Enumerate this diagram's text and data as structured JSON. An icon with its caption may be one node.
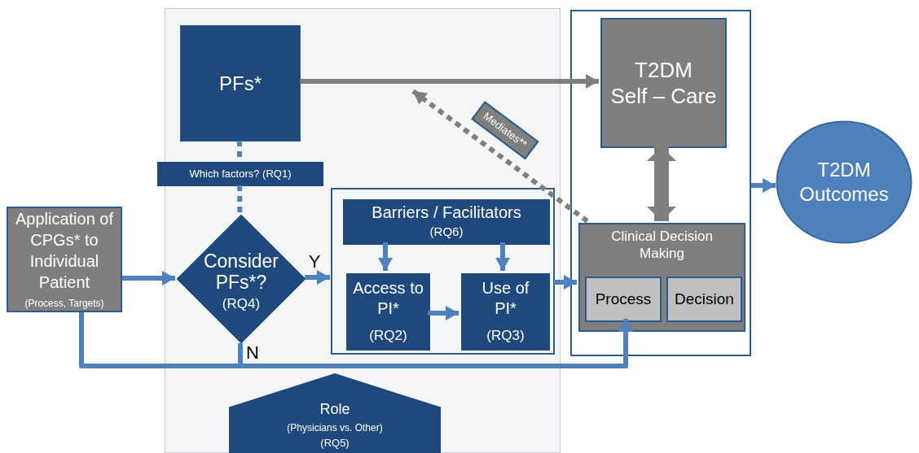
{
  "diagram": {
    "nodes": [
      {
        "text": [],
        "shape": "box"
      },
      {
        "text": [
          "PFs*"
        ],
        "in": 0
      },
      {
        "text": [
          "Which factors? (RQ1)"
        ],
        "in": 0
      },
      {
        "text": [
          "Consider PFs*?",
          "(RQ4)"
        ],
        "in": 0
      },
      {
        "text": [],
        "shape": "box",
        "in": 0
      },
      {
        "text": [
          "Barriers / Facilitators",
          "(RQ6)"
        ],
        "in": 4
      },
      {
        "text": [
          "Access to PI*",
          "(RQ2)"
        ],
        "in": 4
      },
      {
        "text": [
          "Use of PI*",
          "(RQ3)"
        ],
        "in": 4
      },
      {
        "text": [
          "Role",
          "(Physicians vs. Other)",
          "(RQ5)"
        ],
        "in": 0
      },
      {
        "text": [],
        "shape": "box"
      },
      {
        "text": [
          "T2DM",
          "Self – Care"
        ],
        "in": 9
      },
      {
        "text": [
          "Clinical Decision Making"
        ],
        "in": 9
      },
      {
        "text": [
          "Process"
        ],
        "in": 11
      },
      {
        "text": [
          "Decision"
        ],
        "in": 11
      },
      {
        "text": [
          "Application of CPGs* to Individual Patient",
          "(Process, Targets)"
        ]
      },
      {
        "text": [
          "T2DM Outcomes"
        ]
      }
    ],
    "edges": [
      {
        "from": 1,
        "to": 10,
        "arrow": "to",
        "color": "#7f7f7f"
      },
      {
        "from": 1,
        "to": 2,
        "arrow": "none",
        "style": "dashed"
      },
      {
        "from": 2,
        "to": 3,
        "arrow": "none",
        "style": "dashed"
      },
      {
        "from": 14,
        "to": 3,
        "arrow": "to"
      },
      {
        "from": 3,
        "to": 4,
        "arrow": "to",
        "label": "Y"
      },
      {
        "from": 5,
        "to": 6,
        "arrow": "to"
      },
      {
        "from": 5,
        "to": 7,
        "arrow": "to"
      },
      {
        "from": 6,
        "to": 7,
        "arrow": "to"
      },
      {
        "from": 4,
        "to": 11,
        "arrow": "to"
      },
      {
        "from": 10,
        "to": 11,
        "arrow": "both",
        "style": "thick",
        "color": "#7f7f7f"
      },
      {
        "from": 11,
        "to": null,
        "arrow": "to",
        "style": "dashed",
        "color": "#7f7f7f",
        "label": "Mediates**"
      },
      {
        "from": 9,
        "to": 15,
        "arrow": "to"
      },
      {
        "from": 14,
        "to": 12,
        "arrow": "to"
      },
      {
        "from": 3,
        "to": 12,
        "arrow": "to",
        "label": "N"
      }
    ]
  }
}
